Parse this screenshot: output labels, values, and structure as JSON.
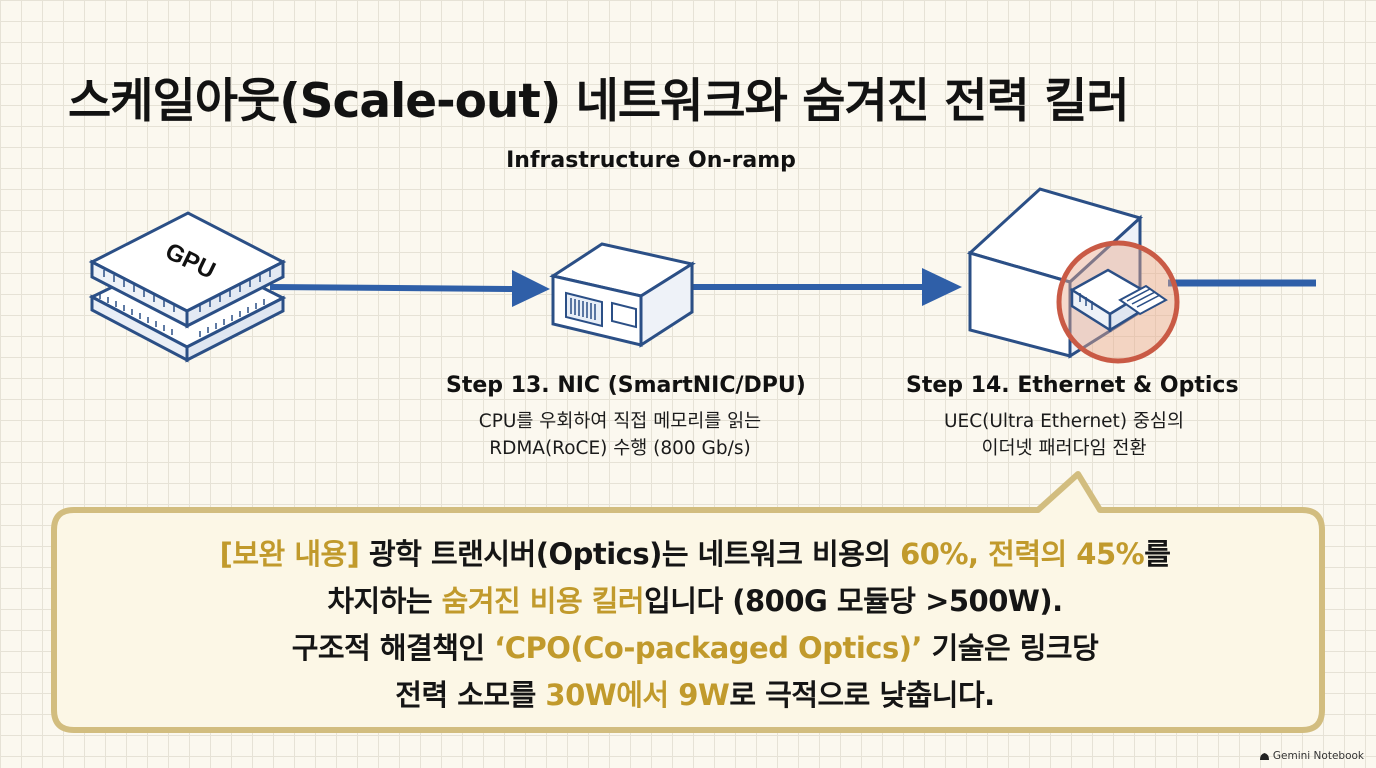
{
  "title": "스케일아웃(Scale-out) 네트워크와 숨겨진 전력 킬러",
  "subtitle": "Infrastructure On-ramp",
  "diagram": {
    "gpu_label": "GPU",
    "step13": {
      "title": "Step 13. NIC (SmartNIC/DPU)",
      "desc_line1": "CPU를 우회하여 직접 메모리를 읽는",
      "desc_line2": "RDMA(RoCE) 수행 (800 Gb/s)"
    },
    "step14": {
      "title": "Step 14. Ethernet & Optics",
      "desc_line1": "UEC(Ultra Ethernet) 중심의",
      "desc_line2": "이더넷 패러다임 전환"
    }
  },
  "callout": {
    "line1": {
      "tag": "[보완 내용]",
      "text_a": " 광학 트랜시버(Optics)는 네트워크 비용의 ",
      "highlight": "60%, 전력의 45%",
      "text_b": "를"
    },
    "line2": {
      "text_a": "차지하는 ",
      "highlight": "숨겨진 비용 킬러",
      "text_b": "입니다 (800G 모듈당 >500W)."
    },
    "line3": {
      "text_a": "구조적 해결책인 ",
      "highlight": "‘CPO(Co-packaged Optics)’",
      "text_b": " 기술은 링크당"
    },
    "line4": {
      "text_a": "전력 소모를 ",
      "highlight": "30W에서 9W",
      "text_b": "로 극적으로 낮춥니다."
    }
  },
  "brand": "Gemini Notebook",
  "colors": {
    "arrow_blue": "#2f5fa8",
    "highlight_gold": "#c19a2c",
    "callout_border": "#d2bd7f",
    "callout_bg": "#fcf7e6",
    "optics_circle": "#c95a45"
  },
  "icons": [
    "gpu-chip-icon",
    "nic-card-icon",
    "switch-box-icon",
    "ethernet-plug-icon"
  ]
}
